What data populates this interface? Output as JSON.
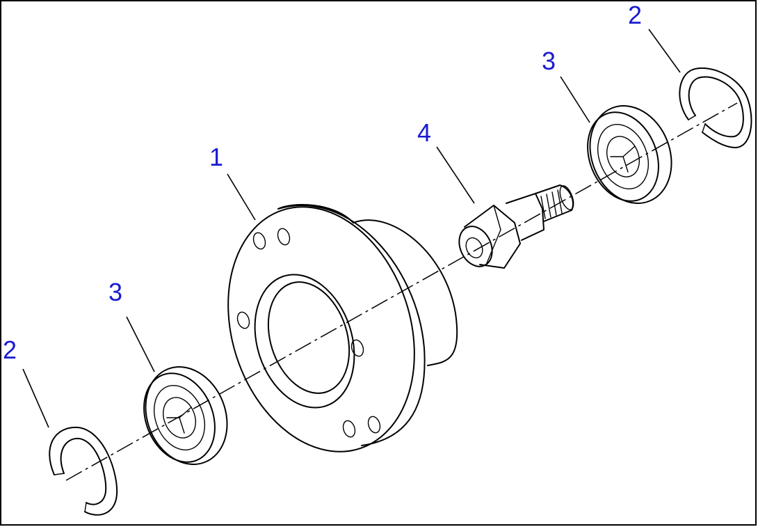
{
  "callouts": {
    "hub": "1",
    "snap_ring_left": "2",
    "snap_ring_right": "2",
    "bearing_left": "3",
    "bearing_right": "3",
    "shaft": "4"
  },
  "colors": {
    "callout": "#1a1ad0",
    "line": "#000000",
    "background": "#ffffff"
  }
}
